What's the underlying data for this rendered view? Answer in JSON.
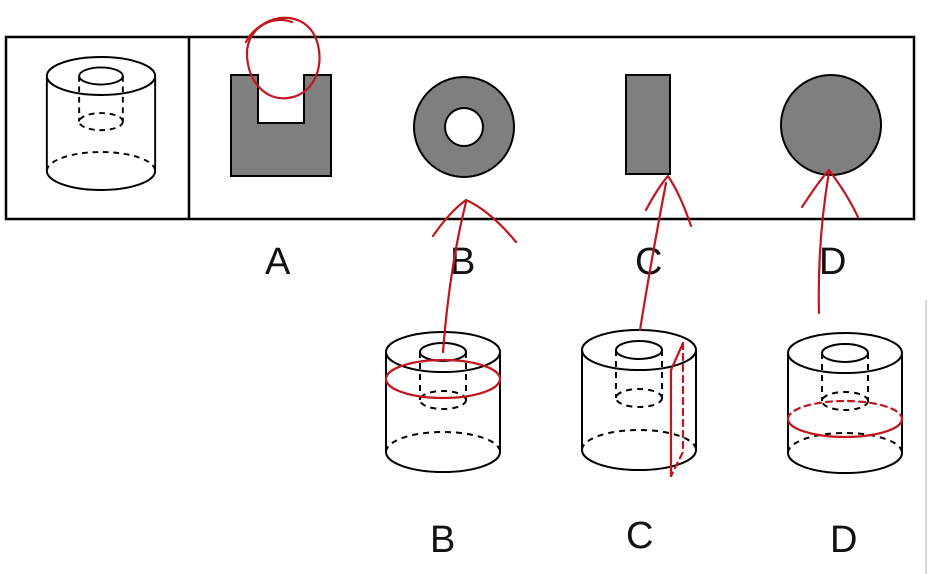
{
  "colors": {
    "outline": "#000000",
    "section_fill": "#7f7f7f",
    "annotation": "#c0161c",
    "background": "#ffffff"
  },
  "options": [
    {
      "letter": "A",
      "shape": "square-with-notch"
    },
    {
      "letter": "B",
      "shape": "ring"
    },
    {
      "letter": "C",
      "shape": "rectangle"
    },
    {
      "letter": "D",
      "shape": "circle"
    }
  ],
  "explanations": [
    {
      "letter": "B",
      "cut": "horizontal-through-inner-cylinder"
    },
    {
      "letter": "C",
      "cut": "vertical-off-center"
    },
    {
      "letter": "D",
      "cut": "horizontal-below-inner-cylinder"
    }
  ]
}
